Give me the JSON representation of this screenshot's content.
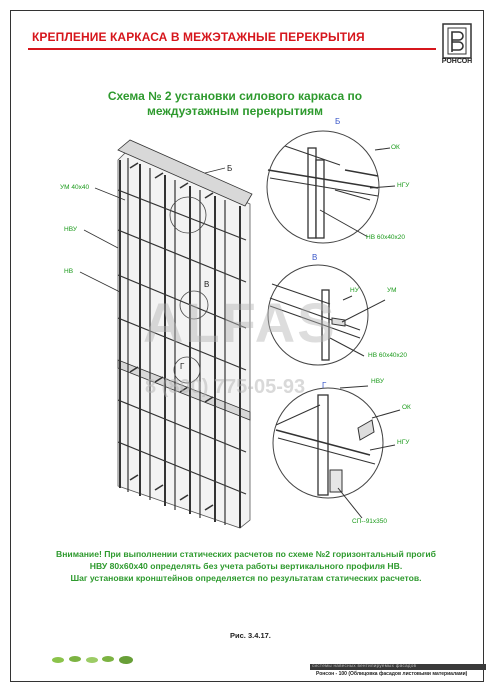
{
  "header": {
    "title": "КРЕПЛЕНИЕ КАРКАСА В МЕЖЭТАЖНЫЕ ПЕРЕКРЫТИЯ",
    "logo_text": "РОНСОН"
  },
  "scheme": {
    "line1": "Схема № 2   установки силового каркаса по",
    "line2": "междуэтажным перекрытиям"
  },
  "labels": {
    "um1": "УМ 40х40",
    "nvu1": "НВУ",
    "nv1": "НВ",
    "b": "Б",
    "v": "В",
    "g": "Г",
    "ok1": "ОК",
    "ngu1": "НГУ",
    "nv_detail_b": "НВ 60х40х20",
    "nu": "НУ",
    "um2": "УМ",
    "nv_detail_v": "НВ 60х40х20",
    "nvu2": "НВУ",
    "ok2": "ОК",
    "ngu2": "НГУ",
    "sp": "СП--91х350"
  },
  "note": {
    "line1": "Внимание!  При выполнении статических расчетов по схеме №2 горизонтальный прогиб",
    "line2": "НВУ 80х60х40  определять без учета работы  вертикального профиля НВ.",
    "line3": "Шаг установки кронштейнов определяется по результатам статических расчетов."
  },
  "figure": "Рис. 3.4.17.",
  "watermark": {
    "brand": "ALFAS",
    "phone": "8 (800) 775-05-93"
  },
  "footer": {
    "bar": "системы навесных вентилируемых фасадов",
    "caption": "Ронсон - 100 (Облицовка фасадов листовыми материалами)"
  },
  "colors": {
    "red": "#d6161c",
    "green": "#2e9a2e",
    "blue": "#3a57c9"
  }
}
